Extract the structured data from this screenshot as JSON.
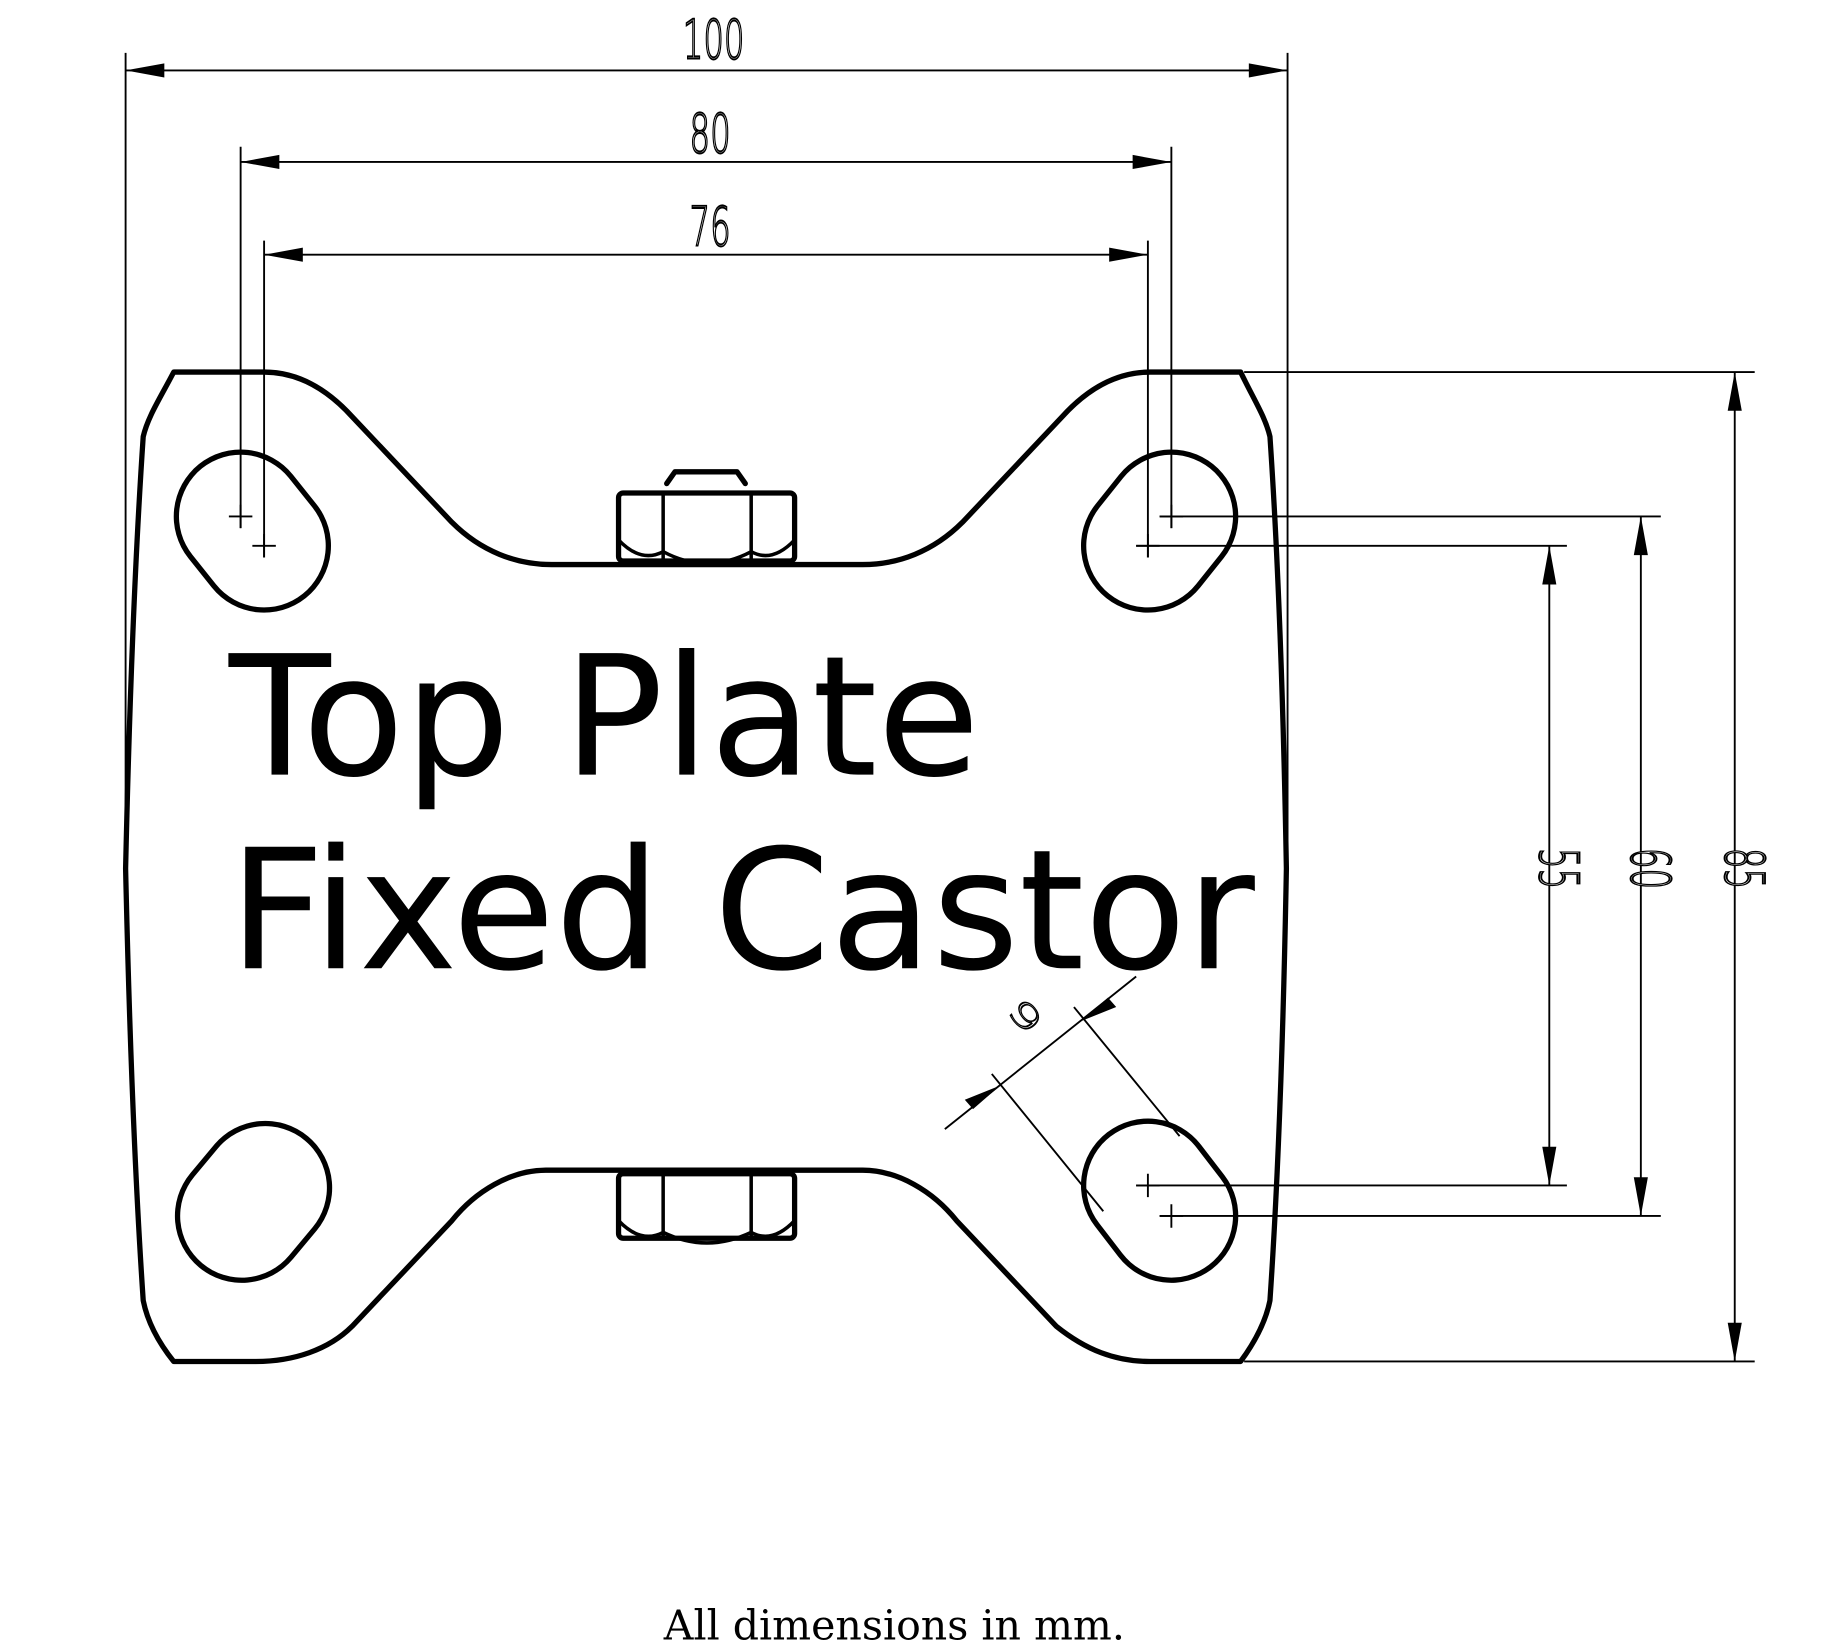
{
  "title": {
    "line1": "Top Plate",
    "line2": "Fixed Castor"
  },
  "dimensions": {
    "overall_width": "100",
    "hole_span_outer": "80",
    "hole_span_inner": "76",
    "slot_width": "9",
    "hole_span_vertical_inner": "55",
    "hole_span_vertical_outer": "60",
    "overall_length": "85"
  },
  "note": "All dimensions in mm.",
  "colors": {
    "line": "#000000",
    "background": "#ffffff"
  }
}
